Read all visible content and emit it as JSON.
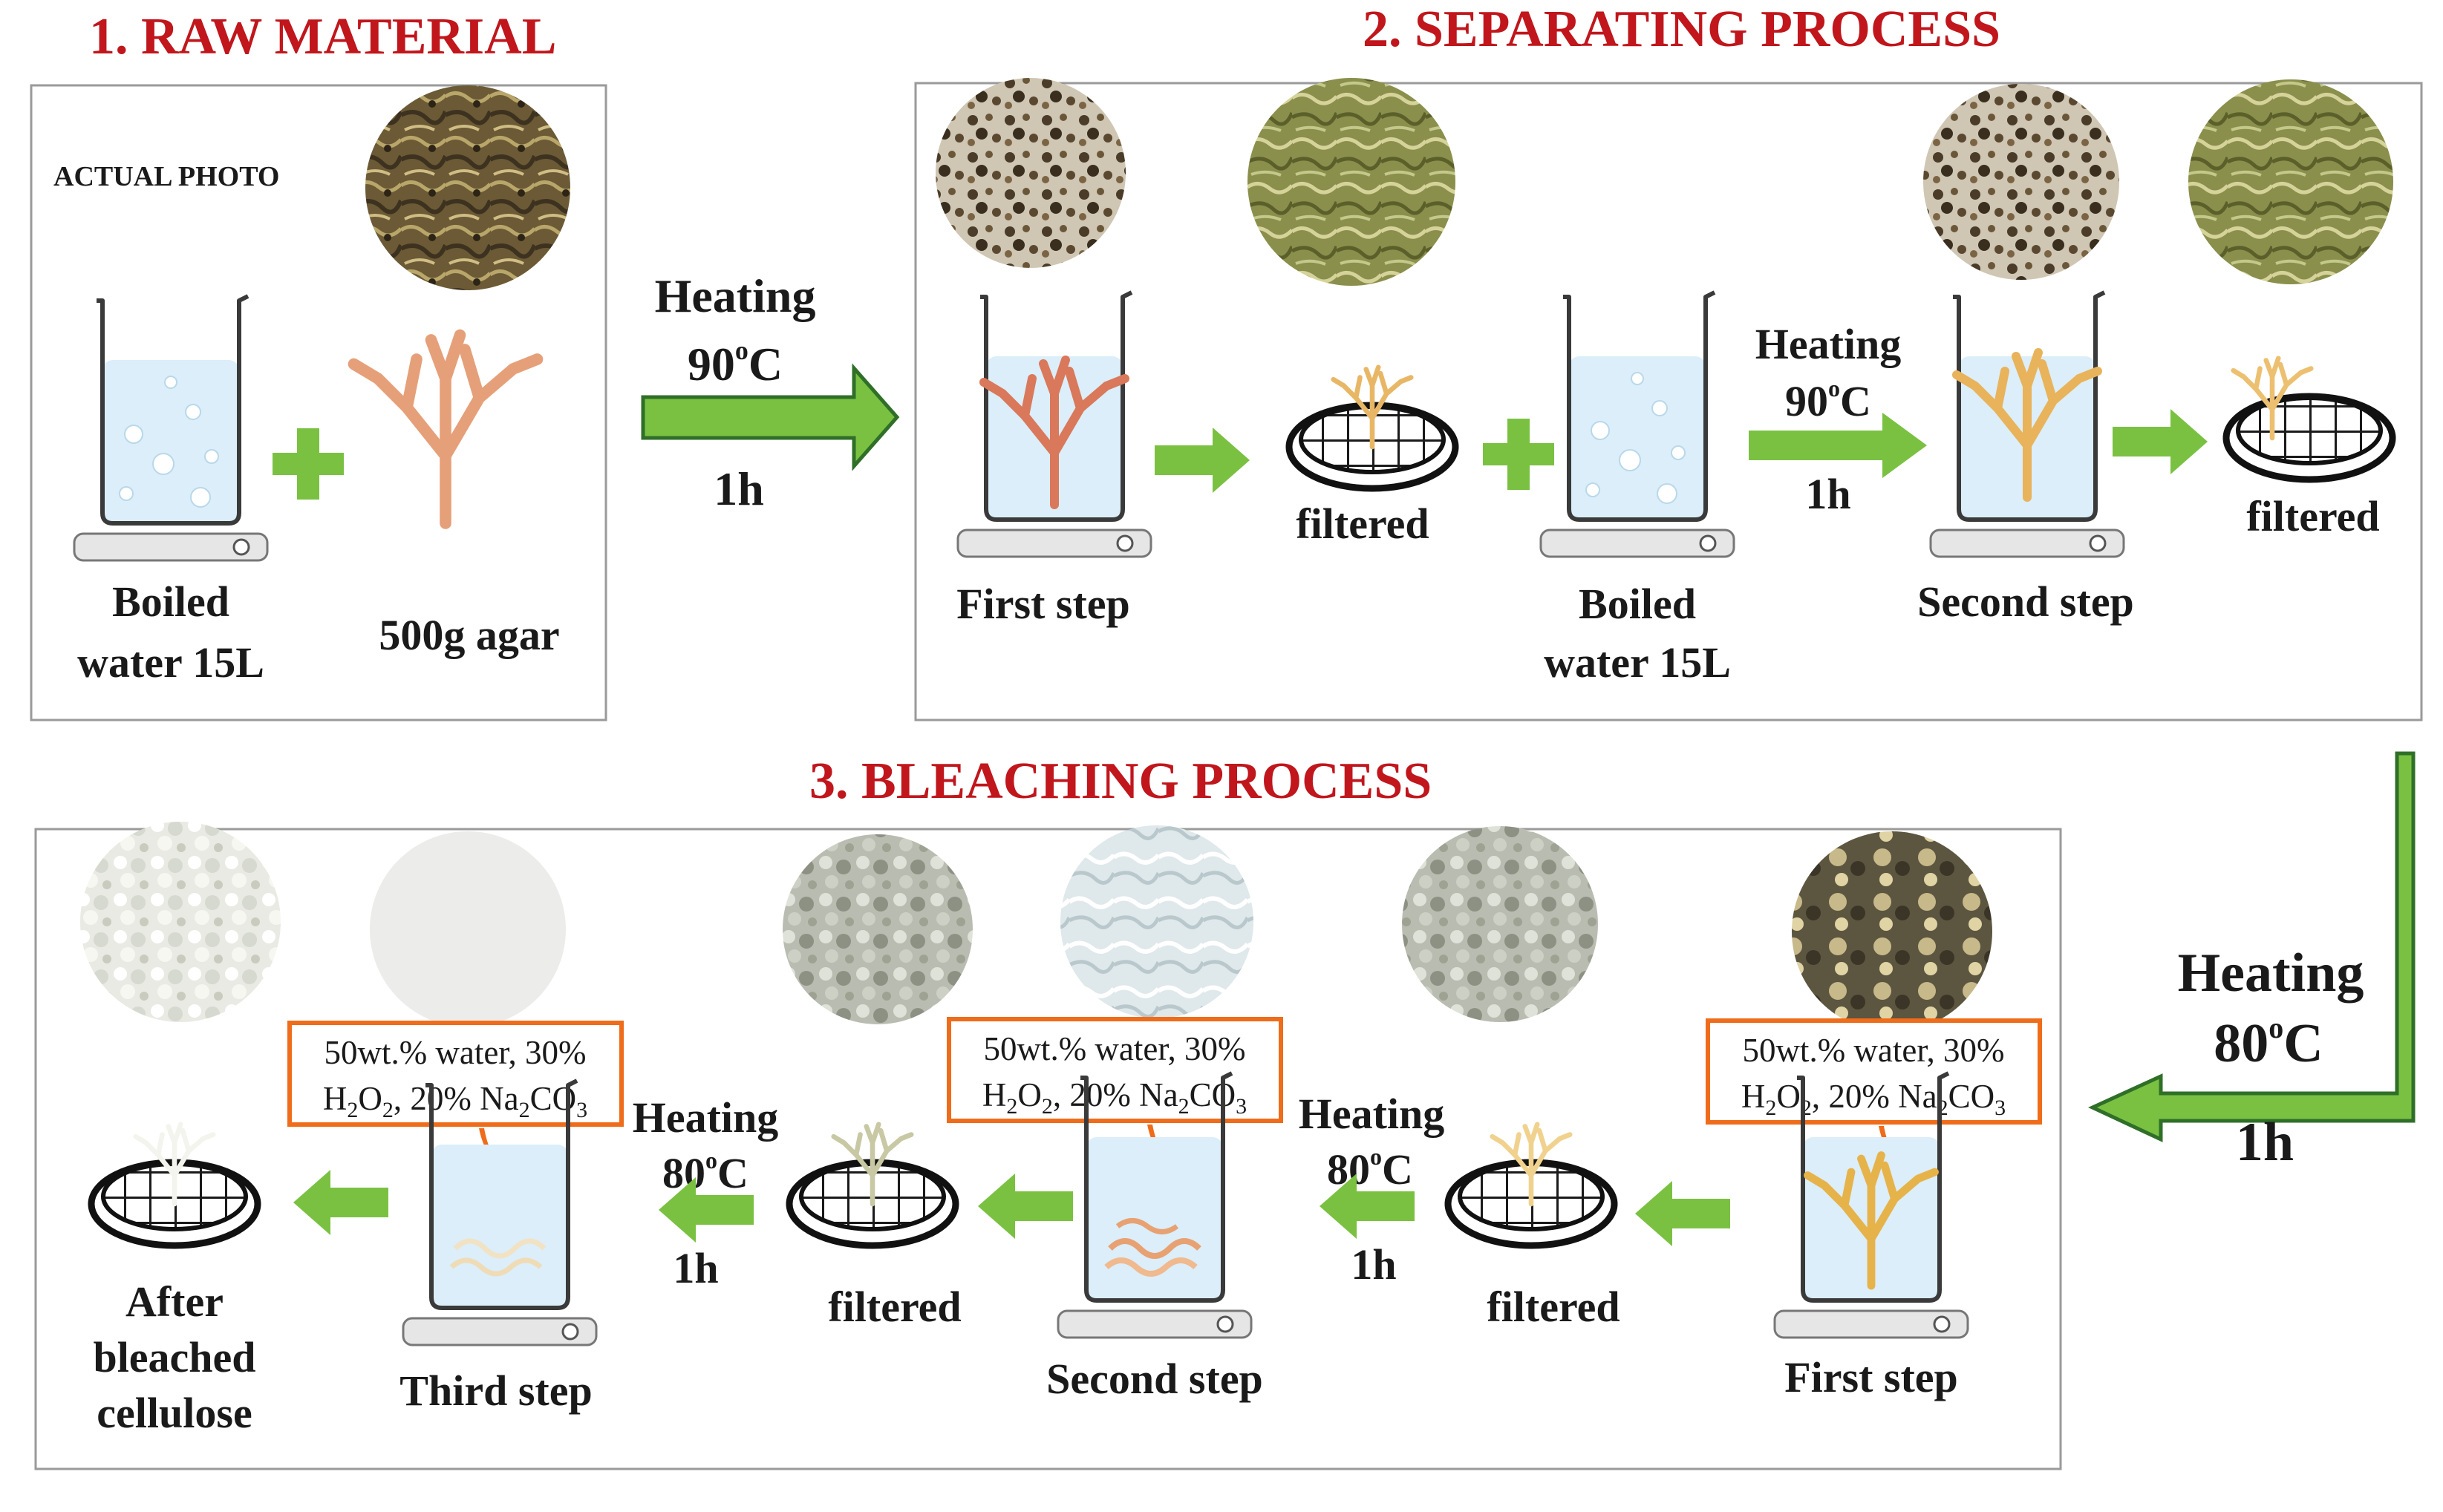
{
  "sections": {
    "raw": "1. RAW MATERIAL",
    "separating": "2. SEPARATING PROCESS",
    "bleaching": "3. BLEACHING PROCESS"
  },
  "raw_panel": {
    "actual_photo": "ACTUAL PHOTO",
    "water_line1": "Boiled",
    "water_line2": "water 15L",
    "agar": "500g agar"
  },
  "arrow_raw_to_separating": {
    "line1": "Heating",
    "temp": "90",
    "sup": "o",
    "unit": "C",
    "time": "1h"
  },
  "separating_panel": {
    "first_step": "First step",
    "filtered_1": "filtered",
    "water_line1": "Boiled",
    "water_line2": "water 15L",
    "heating": "Heating",
    "temp": "90",
    "sup": "o",
    "unit": "C",
    "time": "1h",
    "second_step": "Second step",
    "filtered_2": "filtered"
  },
  "arrow_separating_to_bleaching": {
    "line1": "Heating",
    "temp": "80",
    "sup": "o",
    "unit": "C",
    "time": "1h"
  },
  "bleaching_panel": {
    "reagent_line1": "50wt.% water, 30%",
    "reagent_h": "H",
    "reagent_sub2": "2",
    "reagent_o": "O",
    "reagent_mid": ", 20% Na",
    "reagent_co": "CO",
    "reagent_sub3": "3",
    "first_step": "First step",
    "filtered_1": "filtered",
    "heating_1": "Heating",
    "temp_1": "80",
    "sup": "o",
    "unit": "C",
    "time_1": "1h",
    "second_step": "Second step",
    "filtered_2": "filtered",
    "heating_2": "Heating",
    "temp_2": "80",
    "time_2": "1h",
    "third_step": "Third step",
    "final_line1": "After",
    "final_line2": "bleached",
    "final_line3": "cellulose"
  },
  "colors": {
    "section_title": "#c0161c",
    "arrow": "#7ac142",
    "reagent_border": "#ef6c1a",
    "water": "#dbeef9"
  }
}
